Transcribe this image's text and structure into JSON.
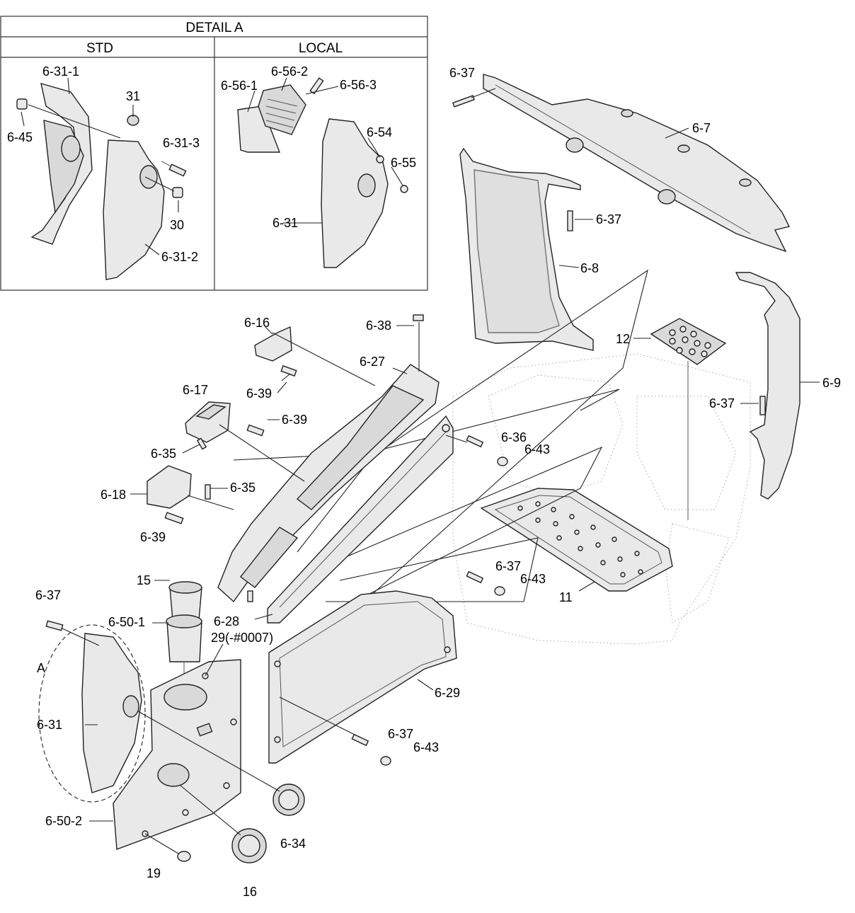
{
  "detail_box": {
    "title": "DETAIL A",
    "col_std": "STD",
    "col_local": "LOCAL"
  },
  "labels": {
    "l_6_31_1": "6-31-1",
    "l_31": "31",
    "l_6_45": "6-45",
    "l_6_31_3": "6-31-3",
    "l_30": "30",
    "l_6_31_2": "6-31-2",
    "l_6_56_1": "6-56-1",
    "l_6_56_2": "6-56-2",
    "l_6_56_3": "6-56-3",
    "l_6_54": "6-54",
    "l_6_55": "6-55",
    "l_6_31_local": "6-31",
    "l_6_37_top": "6-37",
    "l_6_7": "6-7",
    "l_6_37_pillar": "6-37",
    "l_6_8": "6-8",
    "l_12": "12",
    "l_6_9": "6-9",
    "l_6_37_right": "6-37",
    "l_6_16": "6-16",
    "l_6_38": "6-38",
    "l_6_27": "6-27",
    "l_6_39_a": "6-39",
    "l_6_17": "6-17",
    "l_6_39_b": "6-39",
    "l_6_36": "6-36",
    "l_6_43_a": "6-43",
    "l_6_35_a": "6-35",
    "l_6_35_b": "6-35",
    "l_6_18": "6-18",
    "l_6_39_c": "6-39",
    "l_6_37_mid": "6-37",
    "l_6_43_b": "6-43",
    "l_11": "11",
    "l_15": "15",
    "l_6_37_left": "6-37",
    "l_6_50_1": "6-50-1",
    "l_6_28": "6-28",
    "l_29": "29(-#0007)",
    "l_A": "A",
    "l_6_29": "6-29",
    "l_6_31_main": "6-31",
    "l_6_37_bottom": "6-37",
    "l_6_43_c": "6-43",
    "l_6_50_2": "6-50-2",
    "l_6_34": "6-34",
    "l_19": "19",
    "l_16": "16"
  }
}
